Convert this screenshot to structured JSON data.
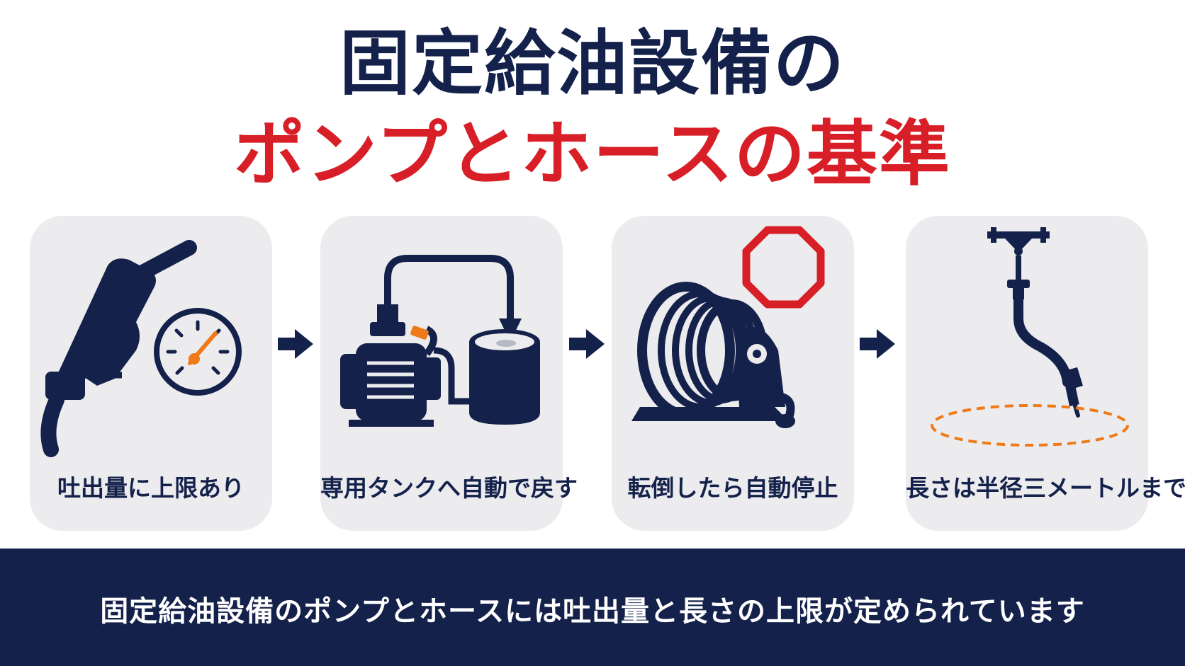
{
  "title": {
    "line1": "固定給油設備の",
    "line2": "ポンプとホースの基準"
  },
  "steps": [
    {
      "label": "吐出量に上限あり",
      "icons": [
        "fuel-nozzle-icon",
        "gauge-icon"
      ]
    },
    {
      "label": "専用タンクへ自動で戻す",
      "icons": [
        "pump-icon",
        "tank-icon",
        "return-pipe-icon"
      ]
    },
    {
      "label": "転倒したら自動停止",
      "icons": [
        "hose-reel-icon",
        "stop-sign-icon"
      ]
    },
    {
      "label": "長さは半径三メートルまで",
      "icons": [
        "hanging-hose-icon",
        "radius-circle-icon"
      ]
    }
  ],
  "footer": {
    "text": "固定給油設備のポンプとホースには吐出量と長さの上限が定められています"
  },
  "colors": {
    "navy": "#14214a",
    "red": "#d81e26",
    "orange": "#ef7a1a",
    "card": "#ececee"
  }
}
